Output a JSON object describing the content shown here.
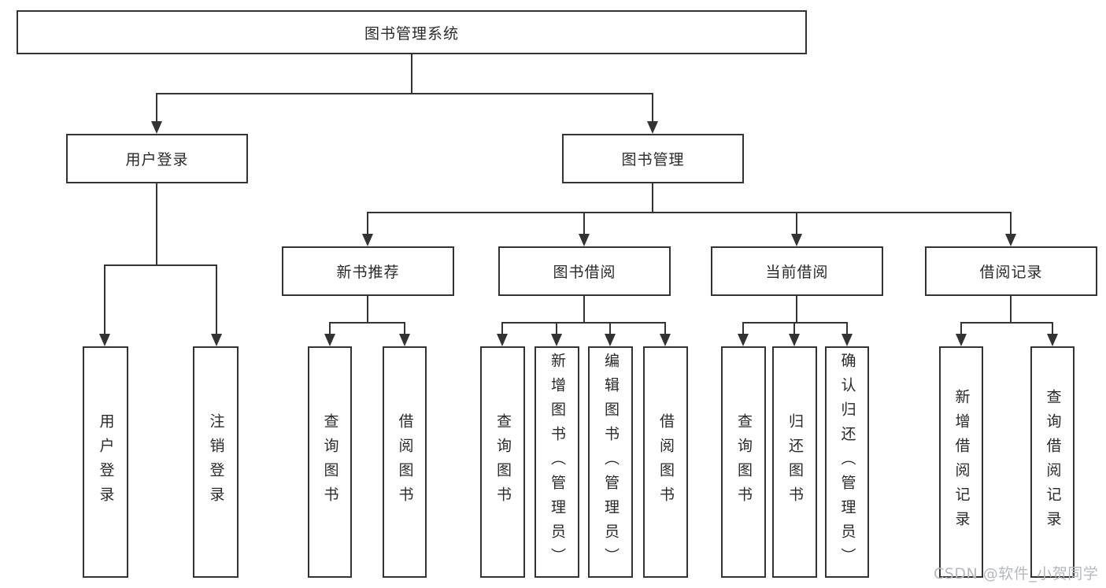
{
  "tree": {
    "root": "图书管理系统",
    "branches": [
      {
        "label": "用户登录",
        "children": [
          "用户登录",
          "注销登录"
        ]
      },
      {
        "label": "图书管理",
        "sections": [
          {
            "label": "新书推荐",
            "children": [
              "查询图书",
              "借阅图书"
            ]
          },
          {
            "label": "图书借阅",
            "children": [
              "查询图书",
              "新增图书（管理员）",
              "编辑图书（管理员）",
              "借阅图书"
            ]
          },
          {
            "label": "当前借阅",
            "children": [
              "查询图书",
              "归还图书",
              "确认归还（管理员）"
            ]
          },
          {
            "label": "借阅记录",
            "children": [
              "新增借阅记录",
              "查询借阅记录"
            ]
          }
        ]
      }
    ]
  },
  "watermark": "CSDN @软件_小贺同学",
  "colors": {
    "line": "#333333",
    "text": "#2a2a2a",
    "watermark": "#b5b8bd",
    "background": "#ffffff"
  }
}
